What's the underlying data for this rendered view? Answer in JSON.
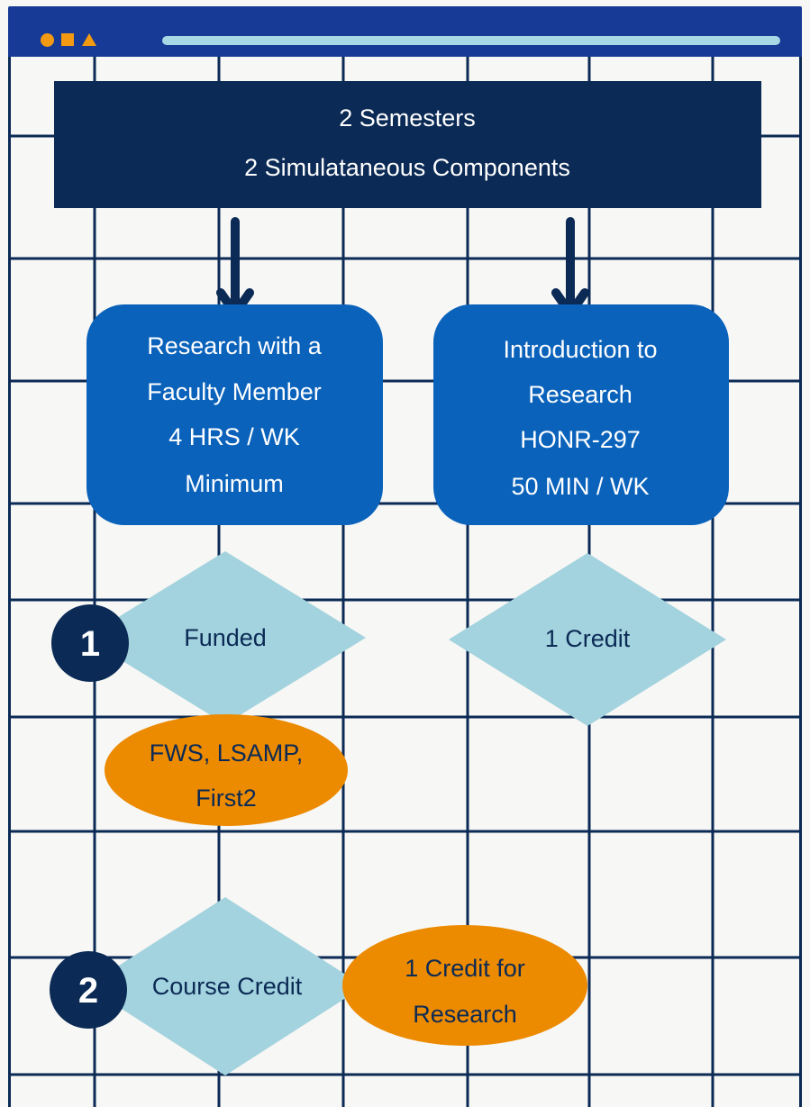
{
  "window": {
    "controls": [
      "circle-icon",
      "square-icon",
      "triangle-icon"
    ],
    "accent_color": "#f39a12",
    "titlebar_color": "#163a95",
    "address_bar_color": "#a7d8e5"
  },
  "header": {
    "line1": "2 Semesters",
    "line2": "2 Simulataneous Components",
    "color": "#0b2a55"
  },
  "left_box": {
    "lines": [
      "Research with a",
      "Faculty Member",
      "4 HRS / WK",
      "Minimum"
    ],
    "color": "#0a62bb"
  },
  "right_box": {
    "lines": [
      "Introduction to",
      "Research",
      "HONR-297",
      "50 MIN / WK"
    ],
    "color": "#0a62bb"
  },
  "funded_diamond": {
    "label": "Funded",
    "color": "#a3d3de"
  },
  "credit_diamond": {
    "label": "1 Credit",
    "color": "#a3d3de"
  },
  "funding_oval": {
    "lines": [
      "FWS, LSAMP,",
      "First2"
    ],
    "color": "#ec8a00"
  },
  "course_credit_diamond": {
    "label": "Course Credit",
    "color": "#a3d3de"
  },
  "research_credit_oval": {
    "lines": [
      "1 Credit for",
      "Research"
    ],
    "color": "#ec8a00"
  },
  "badges": [
    {
      "label": "1"
    },
    {
      "label": "2"
    }
  ],
  "grid_color": "#0b2a55"
}
